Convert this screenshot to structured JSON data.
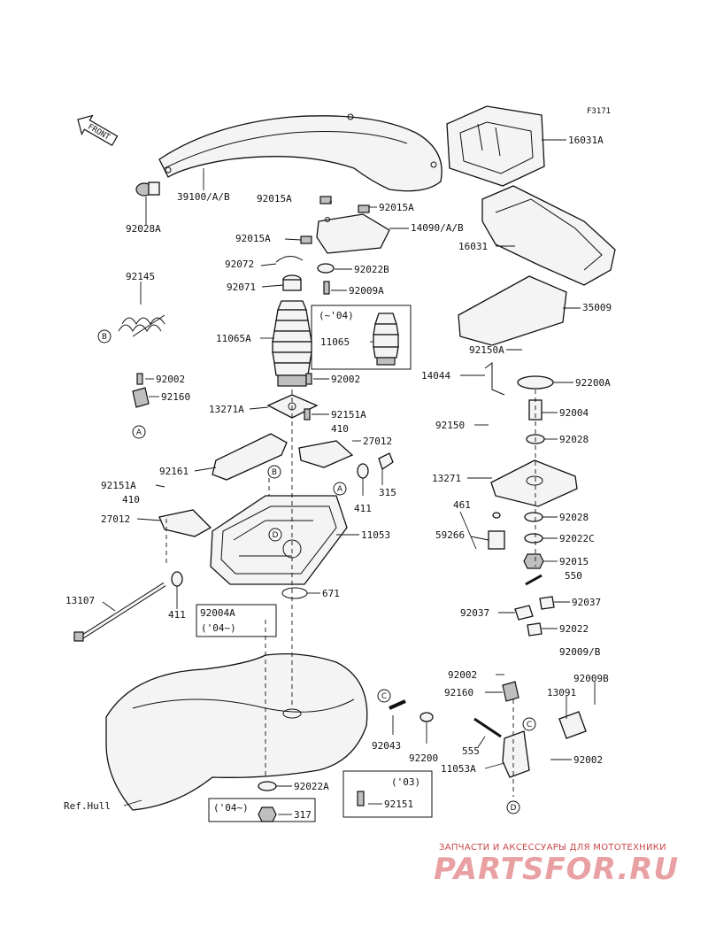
{
  "diagram_code": "F3171",
  "front_label": "FRONT",
  "watermark": {
    "tagline": "ЗАПЧАСТИ И АКСЕССУАРЫ ДЛЯ МОТОТЕХНИКИ",
    "brand": "PARTSFOR.RU",
    "color": "#e8a0a3"
  },
  "part_labels": [
    "16031A",
    "39100/A/B",
    "92015A",
    "92015A",
    "14090/A/B",
    "92028A",
    "92015A",
    "16031",
    "92072",
    "92022B",
    "35009",
    "92145",
    "92071",
    "92009A",
    "11065A",
    "11065",
    "92150A",
    "14044",
    "92200A",
    "92002",
    "92160",
    "13271A",
    "92002",
    "92151A",
    "410",
    "92004",
    "27012",
    "92150",
    "92028",
    "92161",
    "13271",
    "92151A",
    "410",
    "315",
    "411",
    "461",
    "92028",
    "27012",
    "11053",
    "59266",
    "92022C",
    "92015",
    "550",
    "13107",
    "411",
    "671",
    "92004A",
    "92037",
    "92037",
    "92022",
    "92009/B",
    "92002",
    "92009B",
    "92160",
    "13091",
    "555",
    "92002",
    "92043",
    "92200",
    "11053A",
    "92022A",
    "Ref.Hull",
    "92151",
    "317"
  ],
  "callout_letters": [
    "A",
    "B",
    "C",
    "D"
  ],
  "variant_notes": [
    "(~'04)",
    "('04~)",
    "('03)",
    "('04~)"
  ]
}
